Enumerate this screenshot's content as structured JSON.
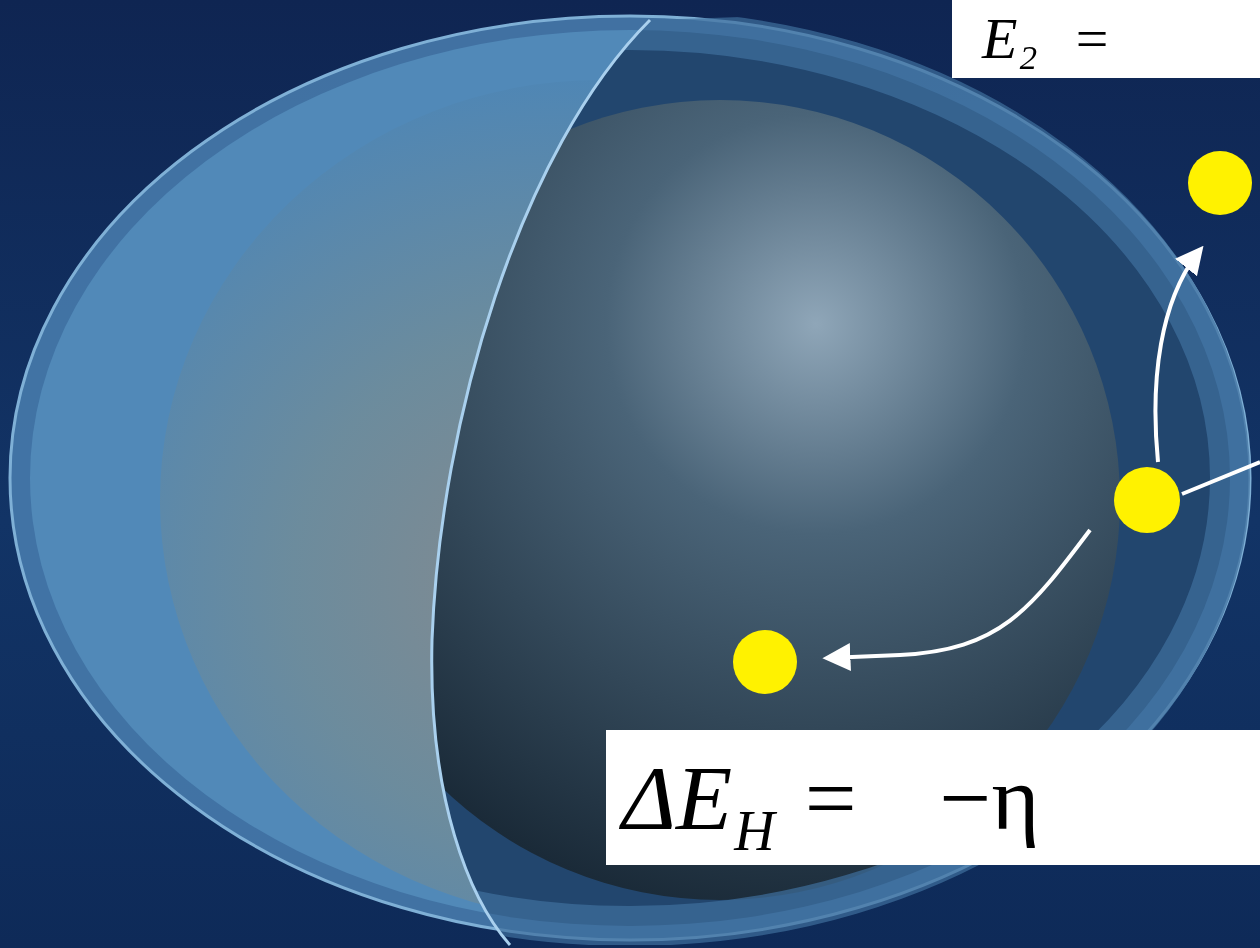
{
  "diagram": {
    "labels": [
      "E₂ =",
      "ΔE",
      "H",
      "= −η⃗"
    ]
  }
}
